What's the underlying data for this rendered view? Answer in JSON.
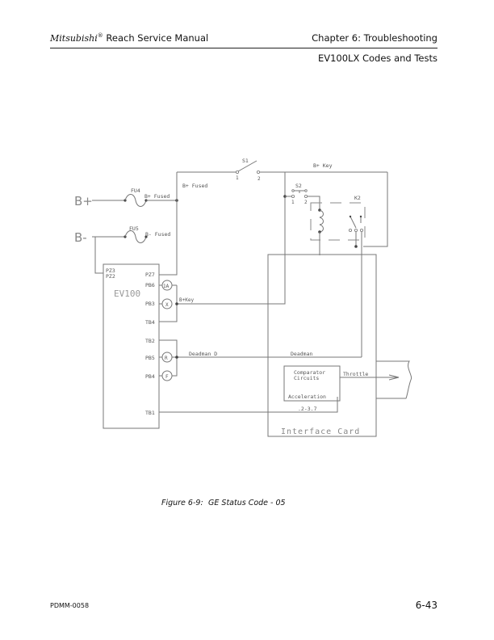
{
  "header": {
    "brand": "Mitsubishi",
    "registered": "®",
    "manual_title": "Reach Service Manual",
    "chapter": "Chapter 6:  Troubleshooting",
    "section": "EV100LX Codes and Tests"
  },
  "diagram": {
    "labels": {
      "b_plus": "B+",
      "b_minus": "B-",
      "fu4": "FU4",
      "fu5": "FU5",
      "b_plus_fused_1": "B+ Fused",
      "b_plus_fused_2": "B+ Fused",
      "b_minus_fused": "B- Fused",
      "s1": "S1",
      "s1_pin1": "1",
      "s1_pin2": "2",
      "b_plus_key": "B+ Key",
      "s2": "S2",
      "s2_pin1": "1",
      "s2_pin2": "2",
      "k2": "K2",
      "pz3": "PZ3",
      "pz2": "PZ2",
      "pz7": "PZ7",
      "ev100": "EV100",
      "pb6": "PB6",
      "pb3": "PB3",
      "tb4": "TB4",
      "tb2": "TB2",
      "pb5": "PB5",
      "pb4": "PB4",
      "tb1": "TB1",
      "coil_1a": "1A",
      "coil_x": "X",
      "coil_r": "R",
      "coil_f": "F",
      "b_key_wire": "B+Key",
      "deadman_d": "Deadman D",
      "deadman": "Deadman",
      "comparator_1": "Comparator",
      "comparator_2": "Circuits",
      "throttle": "Throttle",
      "acceleration": "Acceleration",
      "voltage_range": ".2-3.7",
      "interface_card": "Interface Card"
    }
  },
  "caption": {
    "number": "Figure 6-9:",
    "title": "GE Status Code - 05"
  },
  "footer": {
    "doc_id": "PDMM-0058",
    "page": "6-43"
  }
}
